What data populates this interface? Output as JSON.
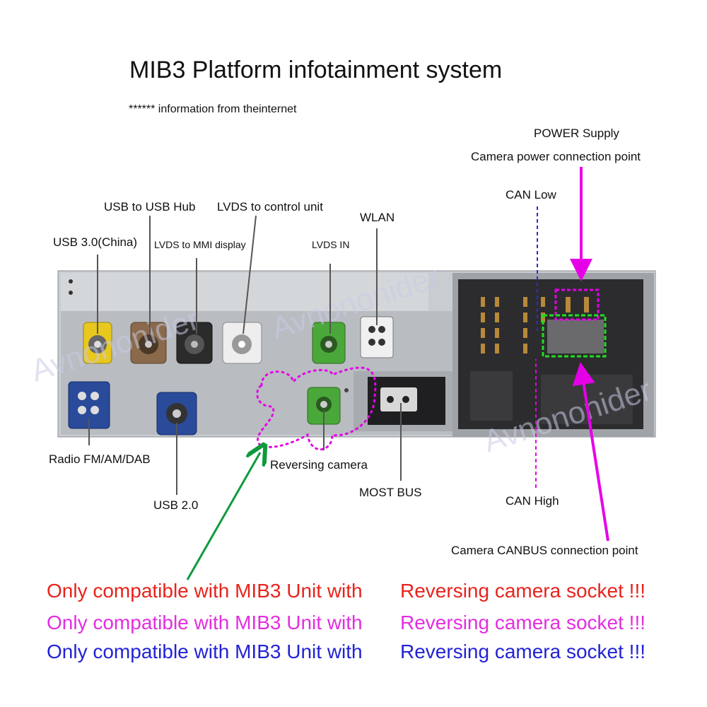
{
  "title": "MIB3 Platform infotainment system",
  "subtitle": "****** information from theinternet",
  "watermark": "Avnononider",
  "labels": {
    "power_supply": "POWER Supply",
    "camera_power": "Camera power connection point",
    "can_low": "CAN Low",
    "usb_hub": "USB to USB Hub",
    "lvds_control": "LVDS to control unit",
    "wlan": "WLAN",
    "usb30": "USB 3.0(China)",
    "lvds_mmi": "LVDS to MMI display",
    "lvds_in": "LVDS IN",
    "radio": "Radio FM/AM/DAB",
    "reversing_camera": "Reversing camera",
    "most_bus": "MOST BUS",
    "usb20": "USB 2.0",
    "can_high": "CAN High",
    "camera_canbus": "Camera CANBUS connection point"
  },
  "warnings": [
    {
      "part1": "Only compatible with MIB3 Unit with",
      "part2": "Reversing camera socket !!!",
      "color": "#e8231c"
    },
    {
      "part1": "Only compatible with MIB3 Unit with",
      "part2": "Reversing camera socket !!!",
      "color": "#e32ee0"
    },
    {
      "part1": "Only compatible with MIB3 Unit with",
      "part2": "Reversing camera socket !!!",
      "color": "#2222d6"
    }
  ],
  "colors": {
    "green_arrow": "#0f9a3c",
    "magenta": "#e500e8",
    "can_low_line": "#2b2bd9",
    "green_box": "#22dd22",
    "connector_yellow": "#e8c81e",
    "connector_brown": "#8a6a4a",
    "connector_black": "#2b2b2b",
    "connector_white": "#eeeeee",
    "connector_green": "#4aa83a",
    "connector_blue": "#2a4a9a"
  }
}
